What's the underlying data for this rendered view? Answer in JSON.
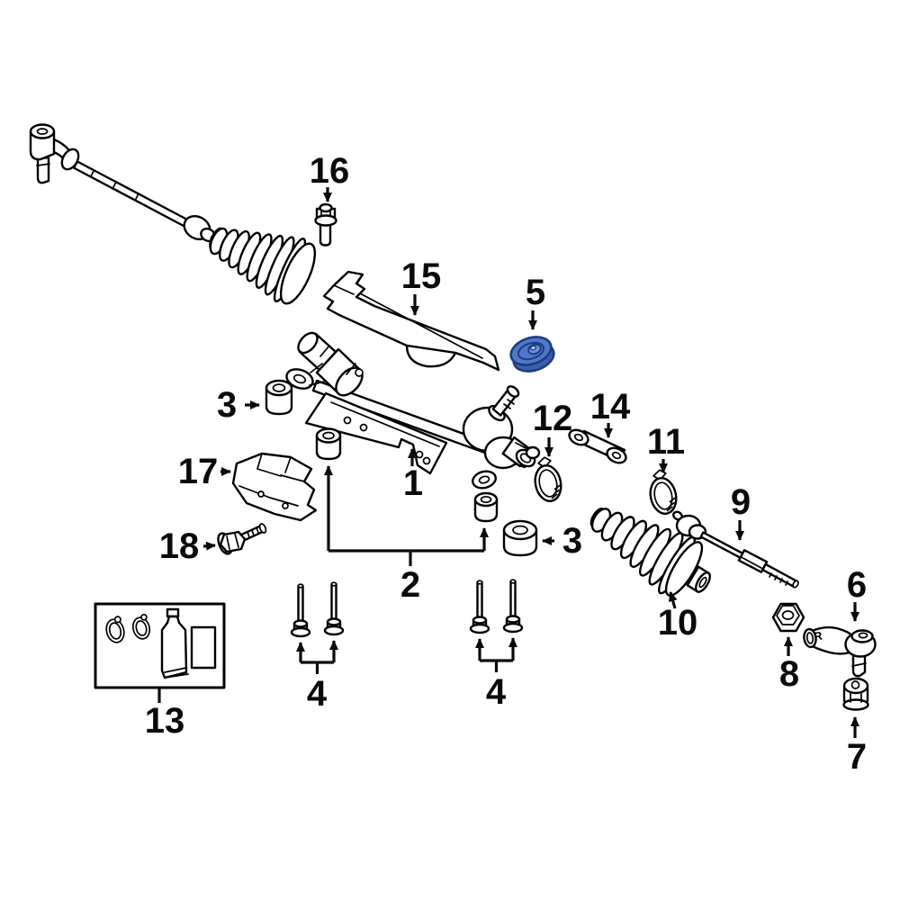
{
  "diagram": {
    "type": "exploded-parts-diagram",
    "subject": "rack-and-pinion-steering-gear",
    "background_color": "#ffffff",
    "line_color": "#000000",
    "highlight": {
      "part_number": "5",
      "fill": "#4f78cb",
      "fill_dark": "#3a5fae",
      "fill_light": "#6e93da",
      "hole_fill": "#dce6f6",
      "outline": "#1c3c7e"
    },
    "part_marking_r": "R",
    "callouts": {
      "c1": {
        "number": "1"
      },
      "c2": {
        "number": "2"
      },
      "c3_left": {
        "number": "3"
      },
      "c3_right": {
        "number": "3"
      },
      "c4_left": {
        "number": "4"
      },
      "c4_right": {
        "number": "4"
      },
      "c5": {
        "number": "5"
      },
      "c6": {
        "number": "6"
      },
      "c7": {
        "number": "7"
      },
      "c8": {
        "number": "8"
      },
      "c9": {
        "number": "9"
      },
      "c10": {
        "number": "10"
      },
      "c11": {
        "number": "11"
      },
      "c12": {
        "number": "12"
      },
      "c13": {
        "number": "13"
      },
      "c14": {
        "number": "14"
      },
      "c15": {
        "number": "15"
      },
      "c16": {
        "number": "16"
      },
      "c17": {
        "number": "17"
      },
      "c18": {
        "number": "18"
      }
    }
  }
}
